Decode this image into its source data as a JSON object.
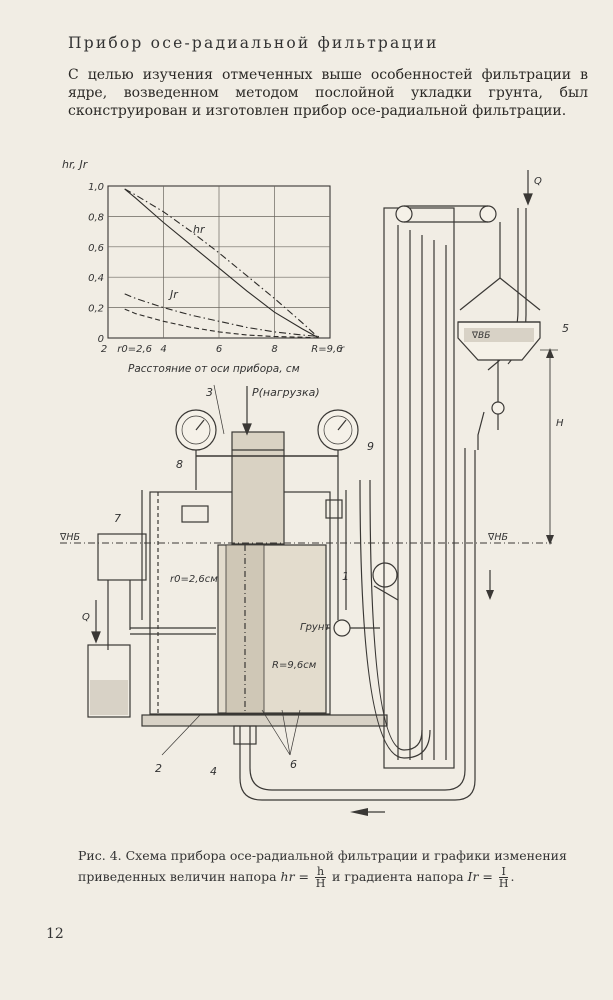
{
  "heading": "Прибор осе-радиальной фильтрации",
  "intro": "С целью изучения отмеченных выше особенностей фильтрации в ядре, возведенном методом послойной укладки грунта, был сконструирован и изготовлен прибор осе-радиальной фильтрации.",
  "chart_data": {
    "type": "line",
    "ylabel": "hr, Jr",
    "xlabel": "Расстояние от оси прибора, см",
    "x_tick_labels": [
      "2",
      "r0=2,6",
      "4",
      "6",
      "8",
      "R=9,6",
      "r"
    ],
    "y_tick_labels": [
      "0",
      "0,2",
      "0,4",
      "0,6",
      "0,8",
      "1,0"
    ],
    "xlim": [
      2,
      10
    ],
    "ylim": [
      0,
      1.0
    ],
    "grid": true,
    "series": [
      {
        "name": "hr",
        "style": "solid",
        "x": [
          2.6,
          3,
          4,
          5,
          6,
          7,
          8,
          9,
          9.6
        ],
        "y": [
          0.98,
          0.92,
          0.76,
          0.61,
          0.46,
          0.31,
          0.17,
          0.06,
          0.0
        ]
      },
      {
        "name": "hr_dashdot",
        "style": "dash-dot",
        "x": [
          2.6,
          3,
          4,
          5,
          6,
          7,
          8,
          9,
          9.6
        ],
        "y": [
          0.98,
          0.94,
          0.83,
          0.7,
          0.56,
          0.41,
          0.26,
          0.1,
          0.0
        ]
      },
      {
        "name": "Jr",
        "style": "dash-dot",
        "x": [
          2.6,
          3,
          4,
          5,
          6,
          7,
          8,
          9,
          9.6
        ],
        "y": [
          0.29,
          0.26,
          0.2,
          0.15,
          0.11,
          0.07,
          0.04,
          0.02,
          0.01
        ]
      },
      {
        "name": "Jr_dashed",
        "style": "dashed",
        "x": [
          2.6,
          3,
          4,
          5,
          6,
          7,
          8,
          9,
          9.6
        ],
        "y": [
          0.19,
          0.16,
          0.11,
          0.07,
          0.04,
          0.02,
          0.01,
          0.005,
          0.0
        ]
      }
    ],
    "curve_labels": {
      "hr": "hr",
      "jr": "Jr"
    }
  },
  "diagram": {
    "labels": {
      "load": "P(нагрузка)",
      "q_left": "Q",
      "q_right": "Q",
      "nb_left": "∇НБ",
      "nb_right": "∇НБ",
      "vb": "∇ВБ",
      "h": "Н",
      "r0": "r0=2,6см",
      "r_big": "R=9,6см",
      "soil": "Грунт",
      "n1": "1",
      "n2": "2",
      "n3": "3",
      "n4": "4",
      "n5": "5",
      "n6": "6",
      "n7": "7",
      "n8": "8",
      "n9": "9"
    }
  },
  "caption": {
    "main": "Рис. 4. Схема прибора осе-радиальной фильтрации и графики изменения приведенных величин напора ",
    "hr_sym": "hr",
    "eq1": " = ",
    "num1": "h",
    "den1": "H",
    "mid": " и градиента напора ",
    "ir_sym": "Ir",
    "eq2": " = ",
    "num2": "I",
    "den2": "H",
    "end": "."
  },
  "page_number": "12"
}
